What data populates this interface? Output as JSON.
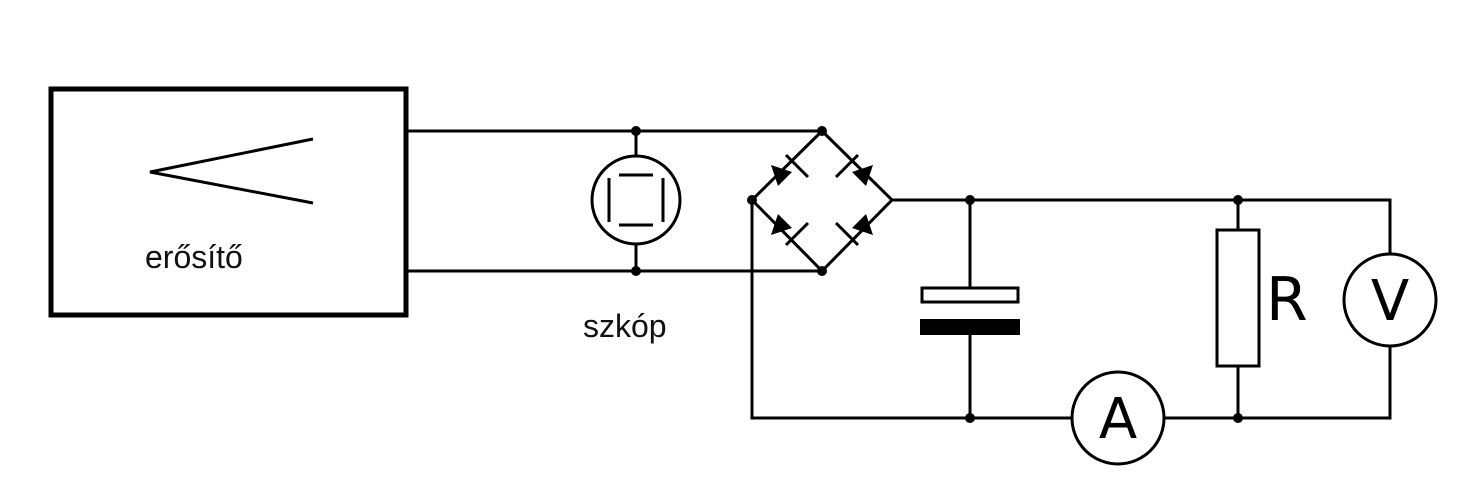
{
  "labels": {
    "amplifier": "erősítő",
    "scope": "szkóp",
    "resistor": "R",
    "voltmeter": "V",
    "ammeter": "A"
  }
}
